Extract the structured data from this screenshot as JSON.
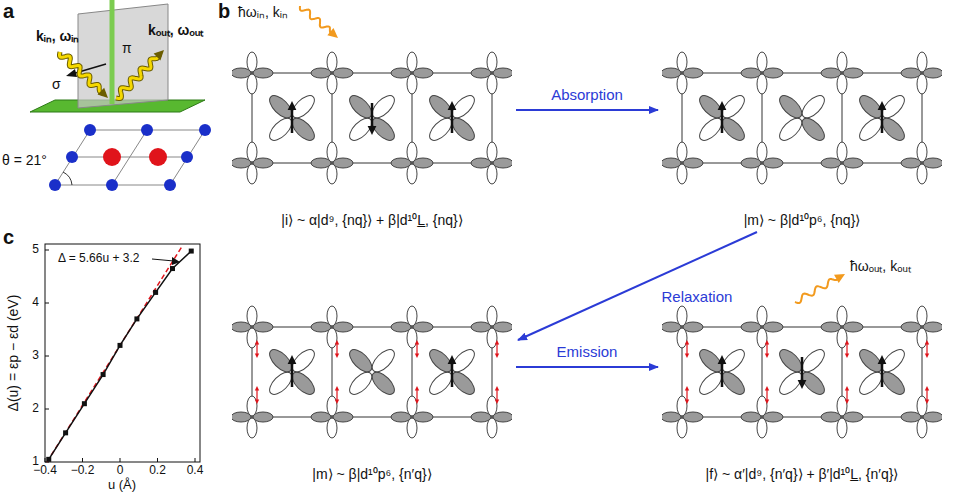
{
  "diagram": {
    "nodes": [
      {
        "text": [
          "|i⟩ ~ α|d⁹, {nq}⟩ + β|d¹⁰L̲, {nq}⟩"
        ]
      },
      {
        "text": [
          "|m⟩ ~ β|d¹⁰p⁶, {nq}⟩"
        ]
      },
      {
        "text": [
          "|m⟩ ~ β|d¹⁰p⁶, {n′q}⟩"
        ]
      },
      {
        "text": [
          "|f⟩ ~ α′|d⁹, {n′q}⟩ + β′|d¹⁰L̲, {n′q}⟩"
        ]
      }
    ],
    "edges": [
      {
        "from": 0,
        "to": 1,
        "arrow": "to",
        "label": "Absorption"
      },
      {
        "from": 1,
        "to": 2,
        "arrow": "to",
        "label": "Relaxation"
      },
      {
        "from": 2,
        "to": 3,
        "arrow": "to",
        "label": "Emission"
      }
    ],
    "labels": [
      "a",
      "kᵢₙ, ωᵢₙ",
      "π",
      "σ",
      "kₒᵤₜ, ωₒᵤₜ",
      "θ = 21°",
      "b",
      "ħωᵢₙ, kᵢₙ",
      "ħωₒᵤₜ, kₒᵤₜ",
      "c",
      "Δ(u) = εp − εd (eV)",
      "u (Å)",
      "Δ = 5.66u + 3.2",
      "1",
      "2",
      "3",
      "4",
      "5",
      "−0.4",
      "−0.2",
      "0",
      "0.2",
      "0.4"
    ]
  }
}
